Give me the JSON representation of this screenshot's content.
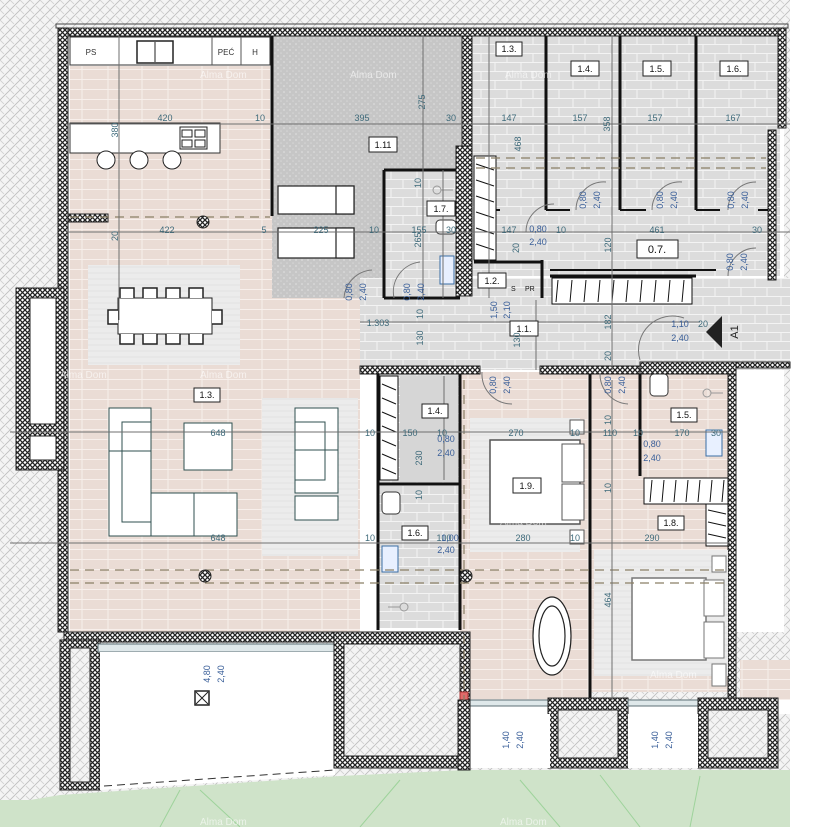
{
  "plan": {
    "watermark": "Alma Dom",
    "colors": {
      "wood_floor": "#eadcd5",
      "tile_floor": "#dcdcdc",
      "terrace_floor": "#c9c9c9",
      "wall_hatch": "#222222",
      "exterior_hatch": "#f2f2f2",
      "garden": "#cfe3c9",
      "dimension_text": "#3e6a7a",
      "door_text": "#3a5f99",
      "rug": "#ebebeb",
      "marker_red": "#e06a6a"
    },
    "kitchen": {
      "labels": [
        "PS",
        "PEĆ",
        "H"
      ]
    },
    "rooms": [
      {
        "id": "living",
        "label": "1.3."
      },
      {
        "id": "terrace",
        "label": "1.11"
      },
      {
        "id": "storage-a",
        "label": "1.3."
      },
      {
        "id": "storage-b",
        "label": "1.4."
      },
      {
        "id": "storage-c",
        "label": "1.5."
      },
      {
        "id": "storage-d",
        "label": "1.6."
      },
      {
        "id": "wc",
        "label": "1.7."
      },
      {
        "id": "laundry",
        "label": "1.2."
      },
      {
        "id": "corridor-07",
        "label": "0.7."
      },
      {
        "id": "hall",
        "label": "1.1."
      },
      {
        "id": "walk-in",
        "label": "1.4."
      },
      {
        "id": "bath-left",
        "label": "1.6."
      },
      {
        "id": "bedroom-main",
        "label": "1.9."
      },
      {
        "id": "bath-right",
        "label": "1.5."
      },
      {
        "id": "bedroom-right",
        "label": "1.8."
      }
    ],
    "laundry_tags": [
      "S",
      "PR"
    ],
    "section_marker": "A1",
    "dimensions": {
      "d420": "420",
      "d380": "380",
      "d10a": "10",
      "d395": "395",
      "d275": "275",
      "d30a": "30",
      "d147a": "147",
      "d157a": "157",
      "d358": "358",
      "d157b": "157",
      "d167": "167",
      "d468": "468",
      "d20a": "20",
      "d422": "422",
      "d5": "5",
      "d225": "225",
      "d10b": "10",
      "d155": "155",
      "d265": "265",
      "d30b": "30",
      "d147b": "147",
      "d10c": "10",
      "d461": "461",
      "d30c": "30",
      "d120": "120",
      "d10d": "10",
      "d20b": "20",
      "d1303": "1.303",
      "d130a": "130",
      "d130b": "130",
      "d10e": "10",
      "d182": "182",
      "d20c": "20",
      "d648a": "648",
      "d648b": "648",
      "d10f": "10",
      "d150": "150",
      "d10g": "10",
      "d230": "230",
      "d10h": "10",
      "d270": "270",
      "d10i": "10",
      "d10j": "10",
      "d100": "100",
      "d280": "280",
      "d10k": "10",
      "d110": "110",
      "d10l": "10",
      "d170": "170",
      "d30d": "30",
      "d290": "290",
      "d464": "464",
      "d10m": "10",
      "d20d": "20",
      "d10n": "10"
    },
    "doors": {
      "d_w1": "0,80",
      "d_h1": "2,40",
      "d_w2": "0,80",
      "d_h2": "2,40",
      "d_w3": "0,80",
      "d_h3": "2,40",
      "d_w4": "0,80",
      "d_h4": "2,40",
      "d_w5": "0,80",
      "d_h5": "2,40",
      "d_w6": "0,80",
      "d_h6": "2,40",
      "d_w7": "0,80",
      "d_h7": "2,40",
      "d_w8": "0,80",
      "d_h8": "2,40",
      "d_w9": "1,10",
      "d_h9": "2,40",
      "d_w10": "0,80",
      "d_h10": "2,40",
      "d_w11": "0,80",
      "d_h11": "2,40",
      "d_w12": "0,80",
      "d_h12": "2,40",
      "d_w13": "1,00",
      "d_h13": "2,40",
      "d_w14": "0,80",
      "d_h14": "2,40",
      "laundry_w": "1,50",
      "laundry_h": "2,10",
      "terrace_w": "4,80",
      "terrace_h": "2,40",
      "win1_w": "1,40",
      "win1_h": "2,40",
      "win2_w": "1,40",
      "win2_h": "2,40"
    }
  }
}
